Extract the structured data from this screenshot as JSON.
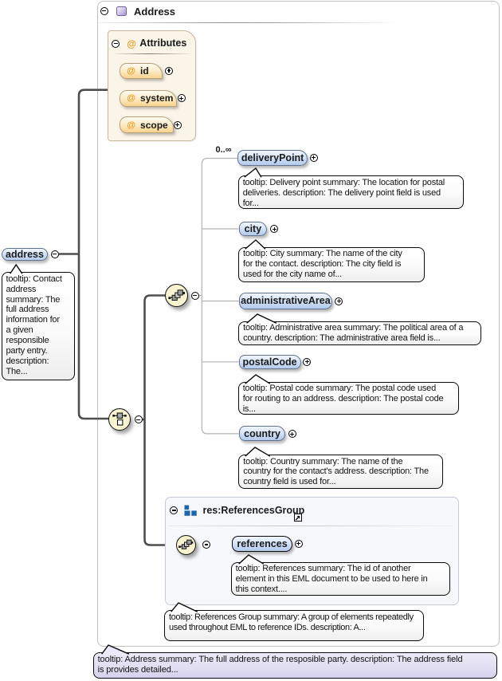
{
  "root": {
    "title": "Address",
    "tooltip": "tooltip: Address summary: The full address of the resposible party. description: The address field\nis provides detailed..."
  },
  "attributes_panel": {
    "title": "Attributes",
    "at_symbol": "@",
    "items": [
      {
        "name": "id"
      },
      {
        "name": "system"
      },
      {
        "name": "scope"
      }
    ]
  },
  "source_element": {
    "name": "address",
    "tooltip": "tooltip: Contact\naddress\nsummary: The\nfull address\ninformation for\na given\nresponsible\nparty entry.\ndescription:\nThe..."
  },
  "children": [
    {
      "name": "deliveryPoint",
      "occurrence": "0..∞",
      "tooltip": "tooltip: Delivery point summary: The location for postal\ndeliveries. description: The delivery point field is used\nfor..."
    },
    {
      "name": "city",
      "tooltip": "tooltip: City summary: The name of the city\nfor the contact. description: The city field is\nused for the city name of..."
    },
    {
      "name": "administrativeArea",
      "tooltip": "tooltip: Administrative area summary: The political area of a\ncountry. description: The administrative area field is..."
    },
    {
      "name": "postalCode",
      "tooltip": "tooltip: Postal code summary: The postal code used\nfor routing to an address. description: The postal code\nis..."
    },
    {
      "name": "country",
      "tooltip": "tooltip: Country summary: The name of the\ncountry for the contact's address. description: The\ncountry field is used for..."
    }
  ],
  "references_group": {
    "title": "res:ReferencesGroup",
    "tooltip": "tooltip: References Group summary: A group of elements repeatedly\nused throughout EML to reference IDs. description: A...",
    "child": {
      "name": "references",
      "tooltip": "tooltip: References summary: The id of another\nelement in this EML document to be used to here in\nthis context...."
    }
  }
}
